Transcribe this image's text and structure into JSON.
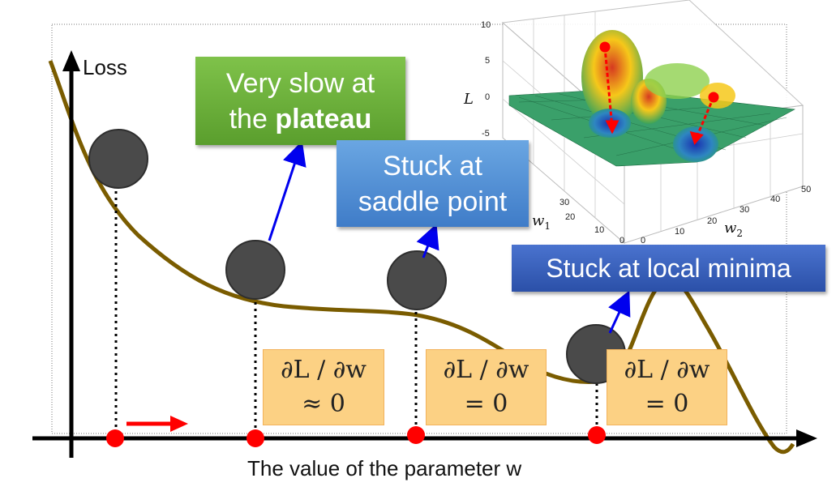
{
  "axes": {
    "y_label": "Loss",
    "x_label": "The value of the parameter w"
  },
  "callouts": {
    "plateau_line1": "Very slow at",
    "plateau_line2_a": "the ",
    "plateau_line2_b": "plateau",
    "saddle_line1": "Stuck at",
    "saddle_line2": "saddle point",
    "local_minima": "Stuck at local minima"
  },
  "gradients": [
    {
      "line1": "∂L / ∂w",
      "line2": "≈ 0"
    },
    {
      "line1": "∂L / ∂w",
      "line2": "= 0"
    },
    {
      "line1": "∂L / ∂w",
      "line2": "= 0"
    }
  ],
  "surface_plot": {
    "z_label": "L",
    "w1_label": "w",
    "w1_sub": "1",
    "w2_label": "w",
    "w2_sub": "2",
    "z_ticks": [
      "10",
      "5",
      "0",
      "-5"
    ],
    "w1_ticks": [
      "30",
      "20",
      "10",
      "0"
    ],
    "w2_ticks": [
      "0",
      "10",
      "20",
      "30",
      "40",
      "50"
    ]
  },
  "colors": {
    "curve": "#7a5c00",
    "ball": "#4a4a4a",
    "marker": "#ff0000",
    "arrow": "#0000ee",
    "green_box": "#6aaa38",
    "blue_box": "#5b9bd5",
    "navy_box": "#3461c0",
    "gradient_box": "#fcd184"
  }
}
